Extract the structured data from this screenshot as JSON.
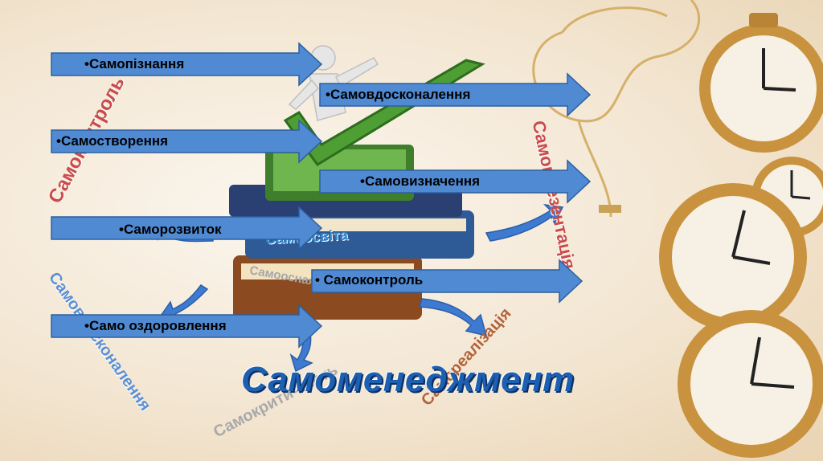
{
  "slide": {
    "title": "Самоменеджмент",
    "items": [
      {
        "label": "•Самопізнання"
      },
      {
        "label": "•Самовдосконалення"
      },
      {
        "label": "•Самостворення"
      },
      {
        "label": "•Самовизначення"
      },
      {
        "label": "•Саморозвиток"
      },
      {
        "label": "•  Самоконтроль"
      },
      {
        "label": "•Само оздоровлення"
      }
    ],
    "book_labels": [
      "Самоосвіта",
      "Самооснаяя"
    ],
    "decor_words": [
      "Самоконтроль",
      "Самопрезентація",
      "Самовдосконалення",
      "Самореалізація",
      "Самокритичність"
    ],
    "colors": {
      "arrow_fill": "#4f8ad3",
      "arrow_stroke": "#2d5f9e",
      "title": "#1d5fb0",
      "decor_red": "#c94b4b",
      "decor_blue": "#5b8fd6",
      "decor_gray": "#a9a9a9",
      "decor_brown": "#b3623a"
    }
  }
}
